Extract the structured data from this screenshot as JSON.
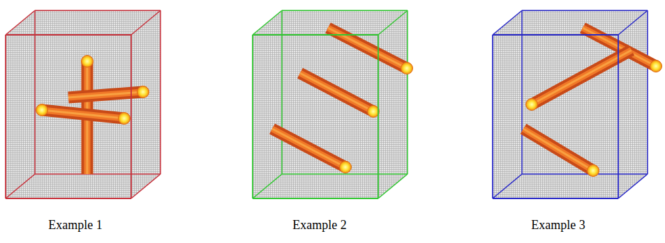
{
  "diagram": {
    "labels": [
      "Example 1",
      "Example 2",
      "Example 3"
    ]
  }
}
